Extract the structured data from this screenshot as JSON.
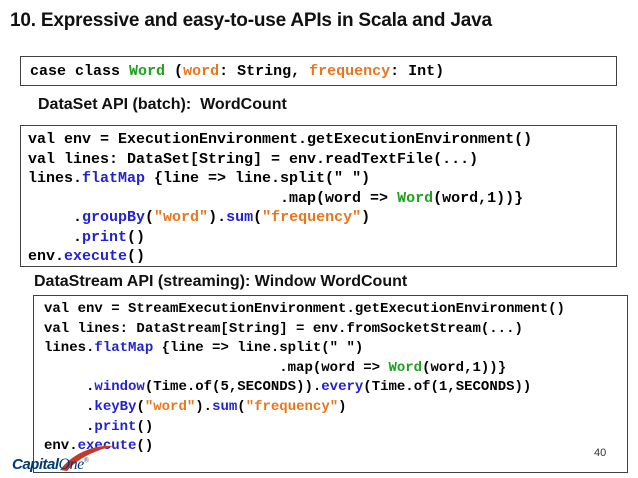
{
  "slide": {
    "title": "10. Expressive and easy-to-use APIs in Scala and Java",
    "page_number": "40"
  },
  "colors": {
    "keyword_blue": "#2323CC",
    "type_green": "#1FA11F",
    "string_orange": "#E8761D",
    "code_black": "#000000",
    "box_border_gray": "#404040",
    "logo_navy": "#013B73",
    "logo_red": "#C23A2B"
  },
  "case_class_box": {
    "lines": [
      [
        {
          "t": "case class "
        },
        {
          "t": "Word",
          "c": "t"
        },
        {
          "t": " ("
        },
        {
          "t": "word",
          "c": "s"
        },
        {
          "t": ": String, "
        },
        {
          "t": "frequency",
          "c": "s"
        },
        {
          "t": ": Int)"
        }
      ]
    ]
  },
  "dataset_section": {
    "heading": "DataSet API (batch):  WordCount",
    "lines": [
      [
        {
          "t": "val env = ExecutionEnvironment.getExecutionEnvironment()"
        }
      ],
      [
        {
          "t": "val lines: DataSet[String] = env.readTextFile(...)"
        }
      ],
      [
        {
          "t": "lines."
        },
        {
          "t": "flatMap",
          "c": "k"
        },
        {
          "t": " {line => line.split(\" \")"
        }
      ],
      [
        {
          "t": "                            .map(word => "
        },
        {
          "t": "Word",
          "c": "t"
        },
        {
          "t": "(word,1))}"
        }
      ],
      [
        {
          "t": "     ."
        },
        {
          "t": "groupBy",
          "c": "k"
        },
        {
          "t": "("
        },
        {
          "t": "\"word\"",
          "c": "s"
        },
        {
          "t": ")."
        },
        {
          "t": "sum",
          "c": "k"
        },
        {
          "t": "("
        },
        {
          "t": "\"frequency\"",
          "c": "s"
        },
        {
          "t": ")"
        }
      ],
      [
        {
          "t": "     ."
        },
        {
          "t": "print",
          "c": "k"
        },
        {
          "t": "()"
        }
      ],
      [
        {
          "t": "env."
        },
        {
          "t": "execute",
          "c": "k"
        },
        {
          "t": "()"
        }
      ]
    ]
  },
  "datastream_section": {
    "heading": "DataStream API (streaming): Window WordCount",
    "lines": [
      [
        {
          "t": "val env = StreamExecutionEnvironment.getExecutionEnvironment()"
        }
      ],
      [
        {
          "t": "val lines: DataStream[String] = env.fromSocketStream(...)"
        }
      ],
      [
        {
          "t": "lines."
        },
        {
          "t": "flatMap",
          "c": "k"
        },
        {
          "t": " {line => line.split(\" \")"
        }
      ],
      [
        {
          "t": "                            .map(word => "
        },
        {
          "t": "Word",
          "c": "t"
        },
        {
          "t": "(word,1))}"
        }
      ],
      [
        {
          "t": "     ."
        },
        {
          "t": "window",
          "c": "k"
        },
        {
          "t": "(Time.of(5,SECONDS))."
        },
        {
          "t": "every",
          "c": "k"
        },
        {
          "t": "(Time.of(1,SECONDS))"
        }
      ],
      [
        {
          "t": "     ."
        },
        {
          "t": "keyBy",
          "c": "k"
        },
        {
          "t": "("
        },
        {
          "t": "\"word\"",
          "c": "s"
        },
        {
          "t": ")."
        },
        {
          "t": "sum",
          "c": "k"
        },
        {
          "t": "("
        },
        {
          "t": "\"frequency\"",
          "c": "s"
        },
        {
          "t": ")"
        }
      ],
      [
        {
          "t": "     ."
        },
        {
          "t": "print",
          "c": "k"
        },
        {
          "t": "()"
        }
      ],
      [
        {
          "t": "env."
        },
        {
          "t": "execute",
          "c": "k"
        },
        {
          "t": "()"
        }
      ]
    ]
  },
  "logo": {
    "part1": "Capital",
    "part2": "One",
    "registered": "®"
  }
}
